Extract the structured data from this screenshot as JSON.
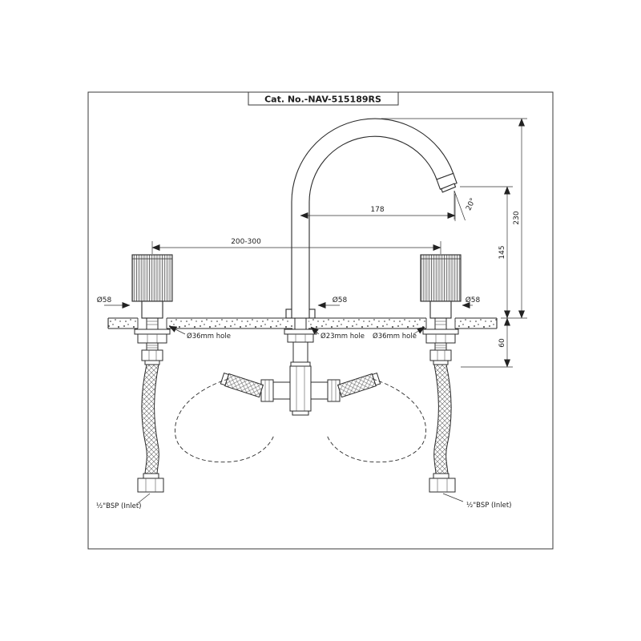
{
  "drawing": {
    "title": "Cat. No.-NAV-515189RS",
    "dims": {
      "reach": "178",
      "angle": "20°",
      "height_total": "230",
      "height_spout": "145",
      "deck": "60",
      "centers": "200-300",
      "dia_left_handle": "Ø58",
      "dia_spout": "Ø58",
      "dia_right_handle": "Ø58",
      "hole_left": "Ø36mm hole",
      "hole_center": "Ø23mm hole",
      "hole_right": "Ø36mm hole",
      "inlet_left": "½\"BSP (Inlet)",
      "inlet_right": "½\"BSP (Inlet)"
    }
  }
}
